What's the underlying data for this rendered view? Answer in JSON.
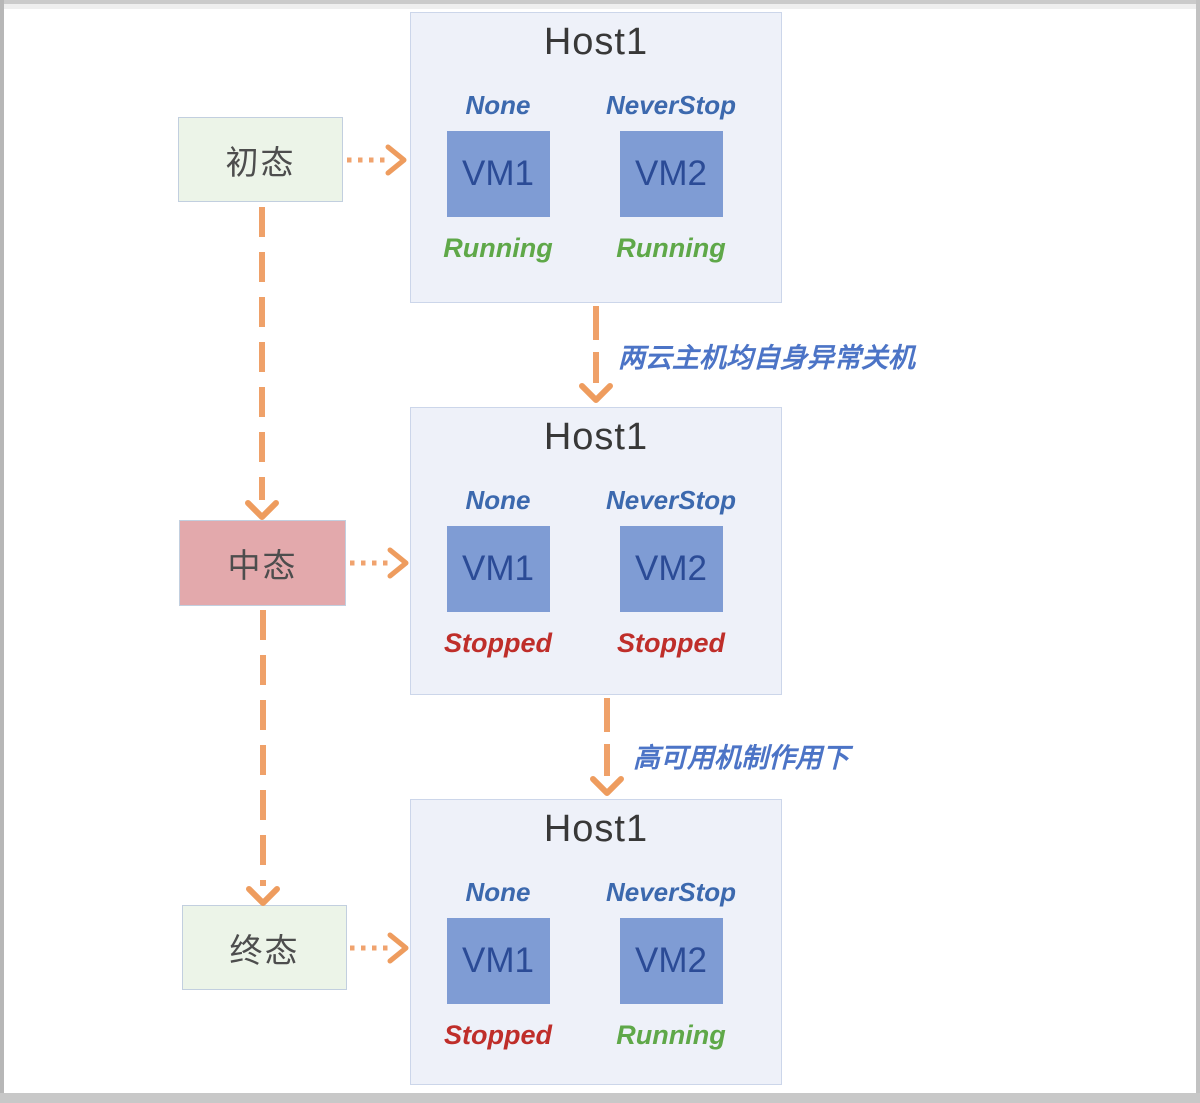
{
  "states": [
    {
      "label": "初态"
    },
    {
      "label": "中态"
    },
    {
      "label": "终态"
    }
  ],
  "hosts": [
    {
      "title": "Host1",
      "vms": [
        {
          "name": "VM1",
          "policy": "None",
          "status": "Running"
        },
        {
          "name": "VM2",
          "policy": "NeverStop",
          "status": "Running"
        }
      ]
    },
    {
      "title": "Host1",
      "vms": [
        {
          "name": "VM1",
          "policy": "None",
          "status": "Stopped"
        },
        {
          "name": "VM2",
          "policy": "NeverStop",
          "status": "Stopped"
        }
      ]
    },
    {
      "title": "Host1",
      "vms": [
        {
          "name": "VM1",
          "policy": "None",
          "status": "Stopped"
        },
        {
          "name": "VM2",
          "policy": "NeverStop",
          "status": "Running"
        }
      ]
    }
  ],
  "transitions": [
    {
      "label": "两云主机均自身异常关机"
    },
    {
      "label": "高可用机制作用下"
    }
  ],
  "colors": {
    "arrow_orange": "#EFA169",
    "transition_label_blue": "#4C74C6",
    "policy_blue": "#3C69AE",
    "status_running_green": "#5FA849",
    "status_stopped_red": "#BF2E2A",
    "vm_fill_blue": "#7F9CD4",
    "vm_text_blue": "#2B4B96",
    "host_bg": "#EEF1F9",
    "state_green_bg": "#ECF4E8",
    "state_pink_bg": "#E3A9AC"
  }
}
